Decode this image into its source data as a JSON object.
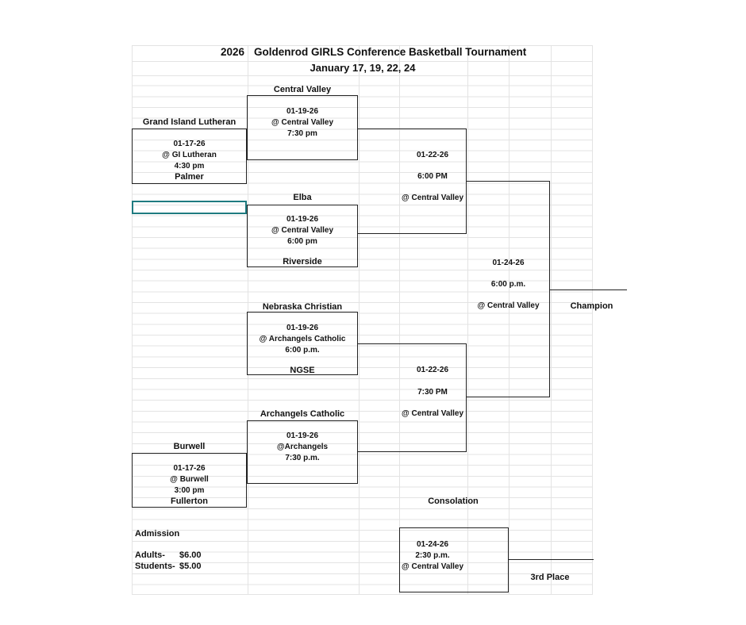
{
  "title": {
    "year": "2026",
    "name": "Goldenrod GIRLS Conference Basketball Tournament",
    "dates": "January 17, 19, 22, 24"
  },
  "bracket": {
    "game1": {
      "team_top": "Grand Island Lutheran",
      "date": "01-17-26",
      "location": "@ GI Lutheran",
      "time": "4:30 pm",
      "team_bottom": "Palmer"
    },
    "game2": {
      "team_top": "Central Valley",
      "date": "01-19-26",
      "location": "@ Central Valley",
      "time": "7:30 pm"
    },
    "game3": {
      "team_top": "Elba",
      "date": "01-19-26",
      "location": "@ Central Valley",
      "time": "6:00 pm",
      "team_bottom": "Riverside"
    },
    "semi1": {
      "date": "01-22-26",
      "time": "6:00 PM",
      "location": "@ Central Valley"
    },
    "game4": {
      "team_top": "Nebraska Christian",
      "date": "01-19-26",
      "location": "@ Archangels Catholic",
      "time": "6:00 p.m.",
      "team_bottom": "NGSE"
    },
    "game5": {
      "team_top": "Archangels Catholic",
      "date": "01-19-26",
      "location": "@Archangels",
      "time": "7:30 p.m."
    },
    "game6": {
      "team_top": "Burwell",
      "date": "01-17-26",
      "location": "@ Burwell",
      "time": "3:00 pm",
      "team_bottom": "Fullerton"
    },
    "semi2": {
      "date": "01-22-26",
      "time": "7:30 PM",
      "location": "@ Central Valley"
    },
    "final": {
      "date": "01-24-26",
      "time": "6:00 p.m.",
      "location": "@ Central Valley",
      "label": "Champion"
    },
    "consolation": {
      "heading": "Consolation",
      "date": "01-24-26",
      "time": "2:30 p.m.",
      "location": "@ Central Valley",
      "label": "3rd Place"
    }
  },
  "admission": {
    "heading": "Admission",
    "adults_label": "Adults-",
    "adults_price": "$6.00",
    "students_label": "Students-",
    "students_price": "$5.00"
  },
  "colors": {
    "selection_border": "#1f7b80",
    "bracket_border": "#222222",
    "gridline": "#e3e3e3"
  }
}
